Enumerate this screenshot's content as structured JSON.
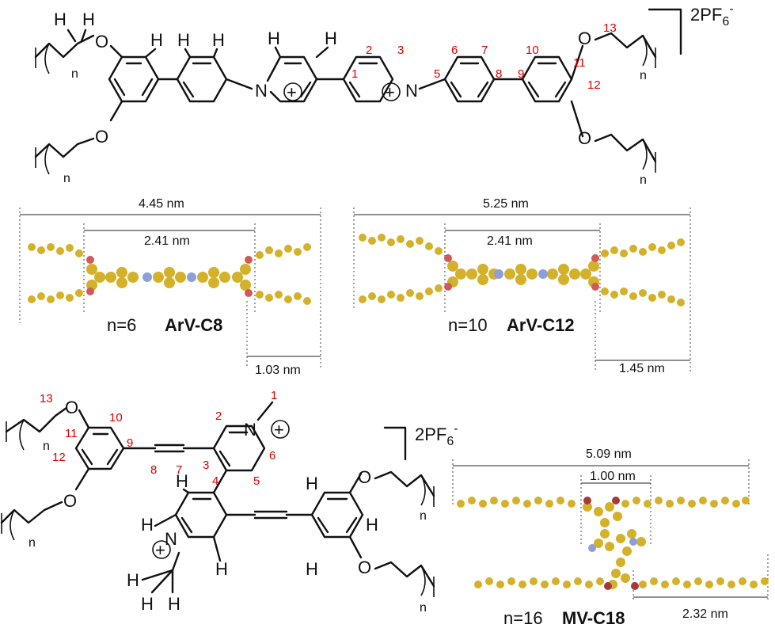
{
  "top_structure": {
    "counterion": "2PF",
    "counterion_sub": "6",
    "counterion_sup": "-",
    "repeat_n": "n",
    "numbers": [
      "1",
      "2",
      "3",
      "5",
      "6",
      "7",
      "8",
      "9",
      "10",
      "11",
      "12",
      "13"
    ]
  },
  "arv_c8": {
    "outer_width": "4.45 nm",
    "core_width": "2.41 nm",
    "tail_width": "1.03 nm",
    "n_label": "n=6",
    "name": "ArV-C8"
  },
  "arv_c12": {
    "outer_width": "5.25 nm",
    "core_width": "2.41 nm",
    "tail_width": "1.45 nm",
    "n_label": "n=10",
    "name": "ArV-C12"
  },
  "bottom_structure": {
    "counterion": "2PF",
    "counterion_sub": "6",
    "counterion_sup": "-",
    "repeat_n": "n",
    "numbers": [
      "1",
      "2",
      "3",
      "4",
      "5",
      "6",
      "7",
      "8",
      "9",
      "10",
      "11",
      "12",
      "13"
    ]
  },
  "mv_c18": {
    "outer_width": "5.09 nm",
    "core_width": "1.00 nm",
    "tail_width": "2.32 nm",
    "n_label": "n=16",
    "name": "MV-C18"
  },
  "colors": {
    "carbon": "#d4b12a",
    "oxygen": "#d05a5a",
    "nitrogen": "#8c9fd9",
    "hydrogen": "#e8e8e8",
    "number_red": "#e00000"
  }
}
